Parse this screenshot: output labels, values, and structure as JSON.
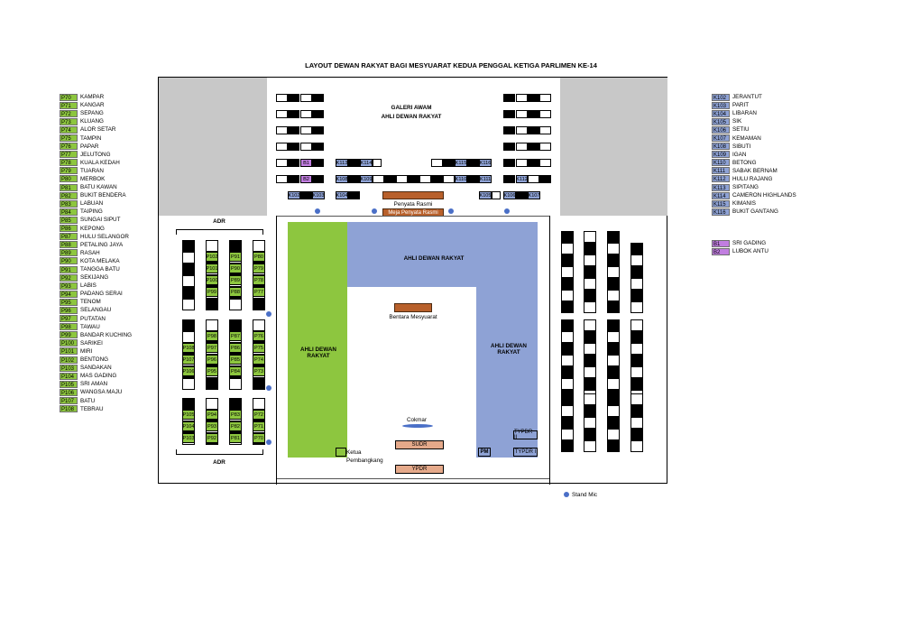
{
  "title": "LAYOUT DEWAN RAKYAT BAGI MESYUARAT KEDUA PENGGAL KETIGA PARLIMEN KE-14",
  "colors": {
    "government": "#8dc63f",
    "opposition": "#8ea2d5",
    "special": "#c17ee0",
    "gallery_gray": "#c8c8c8",
    "table": "#b8602b",
    "officer_box": "#e5a98a",
    "mic": "#4a6fc7"
  },
  "legend_left": [
    {
      "code": "P70",
      "name": "KAMPAR"
    },
    {
      "code": "P71",
      "name": "KANGAR"
    },
    {
      "code": "P72",
      "name": "SEPANG"
    },
    {
      "code": "P73",
      "name": "KLUANG"
    },
    {
      "code": "P74",
      "name": "ALOR SETAR"
    },
    {
      "code": "P75",
      "name": "TAMPIN"
    },
    {
      "code": "P76",
      "name": "PAPAR"
    },
    {
      "code": "P77",
      "name": "JELUTONG"
    },
    {
      "code": "P78",
      "name": "KUALA KEDAH"
    },
    {
      "code": "P79",
      "name": "TUARAN"
    },
    {
      "code": "P80",
      "name": "MERBOK"
    },
    {
      "code": "P81",
      "name": "BATU KAWAN"
    },
    {
      "code": "P82",
      "name": "BUKIT BENDERA"
    },
    {
      "code": "P83",
      "name": "LABUAN"
    },
    {
      "code": "P84",
      "name": "TAIPING"
    },
    {
      "code": "P85",
      "name": "SUNGAI SIPUT"
    },
    {
      "code": "P86",
      "name": "KEPONG"
    },
    {
      "code": "P87",
      "name": "HULU SELANGOR"
    },
    {
      "code": "P88",
      "name": "PETALING JAYA"
    },
    {
      "code": "P89",
      "name": "RASAH"
    },
    {
      "code": "P90",
      "name": "KOTA MELAKA"
    },
    {
      "code": "P91",
      "name": "TANGGA BATU"
    },
    {
      "code": "P92",
      "name": "SEKIJANG"
    },
    {
      "code": "P93",
      "name": "LABIS"
    },
    {
      "code": "P94",
      "name": "PADANG SERAI"
    },
    {
      "code": "P95",
      "name": "TENOM"
    },
    {
      "code": "P96",
      "name": "SELANGAU"
    },
    {
      "code": "P97",
      "name": "PUTATAN"
    },
    {
      "code": "P98",
      "name": "TAWAU"
    },
    {
      "code": "P99",
      "name": "BANDAR KUCHING"
    },
    {
      "code": "P100",
      "name": "SARIKEI"
    },
    {
      "code": "P101",
      "name": "MIRI"
    },
    {
      "code": "P102",
      "name": "BENTONG"
    },
    {
      "code": "P103",
      "name": "SANDAKAN"
    },
    {
      "code": "P104",
      "name": "MAS GADING"
    },
    {
      "code": "P105",
      "name": "SRI AMAN"
    },
    {
      "code": "P106",
      "name": "WANGSA MAJU"
    },
    {
      "code": "P107",
      "name": "BATU"
    },
    {
      "code": "P108",
      "name": "TEBRAU"
    }
  ],
  "legend_right": [
    {
      "code": "K102",
      "name": "JERANTUT"
    },
    {
      "code": "K103",
      "name": "PARIT"
    },
    {
      "code": "K104",
      "name": "LIBARAN"
    },
    {
      "code": "K105",
      "name": "SIK"
    },
    {
      "code": "K106",
      "name": "SETIU"
    },
    {
      "code": "K107",
      "name": "KEMAMAN"
    },
    {
      "code": "K108",
      "name": "SIBUTI"
    },
    {
      "code": "K109",
      "name": "IGAN"
    },
    {
      "code": "K110",
      "name": "BETONG"
    },
    {
      "code": "K111",
      "name": "SABAK BERNAM"
    },
    {
      "code": "K112",
      "name": "HULU RAJANG"
    },
    {
      "code": "K113",
      "name": "SIPITANG"
    },
    {
      "code": "K114",
      "name": "CAMERON HIGHLANDS"
    },
    {
      "code": "K115",
      "name": "KIMANIS"
    },
    {
      "code": "K116",
      "name": "BUKIT GANTANG"
    }
  ],
  "legend_b": [
    {
      "code": "B1",
      "name": "SRI GADING"
    },
    {
      "code": "B2",
      "name": "LUBOK ANTU"
    }
  ],
  "labels": {
    "galeri": "GALERI AWAM",
    "ahli_top": "AHLI DEWAN RAKYAT",
    "penyata": "Penyata Rasmi",
    "meja": "Meja Penyata Rasmi",
    "adr_blue": "AHLI DEWAN RAKYAT",
    "bentara": "Bentara Mesyuarat",
    "ahli_left": "AHLI DEWAN RAKYAT",
    "ahli_right": "AHLI DEWAN RAKYAT",
    "cokmar": "Cokmar",
    "sudr": "SUDR",
    "ypdr": "YPDR",
    "pm": "PM",
    "typdr2": "TYPDR II",
    "typdr1": "TYPDR I",
    "ketua": "Ketua Pembangkang",
    "adr_top": "ADR",
    "adr_bottom": "ADR",
    "stand_mic": "Stand Mic"
  },
  "gallery_seats": {
    "b1": "B1",
    "b2": "B2",
    "k113": "K113",
    "k114": "K114",
    "k115": "K115",
    "k116": "K116",
    "k108": "K108",
    "k109": "K109",
    "k110": "K110",
    "k111": "K111",
    "k112": "K112",
    "k102": "K102",
    "k103": "K103",
    "k104": "K104",
    "k105": "K105",
    "k106": "K106",
    "k107": "K107"
  },
  "gov_block1": [
    [
      "P102",
      "P91",
      "P80"
    ],
    [
      "P101",
      "P90",
      "P79"
    ],
    [
      "P100",
      "P89",
      "P78"
    ],
    [
      "P99",
      "P88",
      "P77"
    ]
  ],
  "gov_block2": [
    [
      "P98",
      "P87",
      "P76"
    ],
    [
      "P108",
      "P97",
      "P86",
      "P75"
    ],
    [
      "P107",
      "P96",
      "P85",
      "P74"
    ],
    [
      "P106",
      "P95",
      "P84",
      "P73"
    ]
  ],
  "gov_block3": [
    [
      "P105",
      "P94",
      "P83",
      "P72"
    ],
    [
      "P104",
      "P93",
      "P82",
      "P71"
    ],
    [
      "P103",
      "P92",
      "P81",
      "P70"
    ]
  ]
}
